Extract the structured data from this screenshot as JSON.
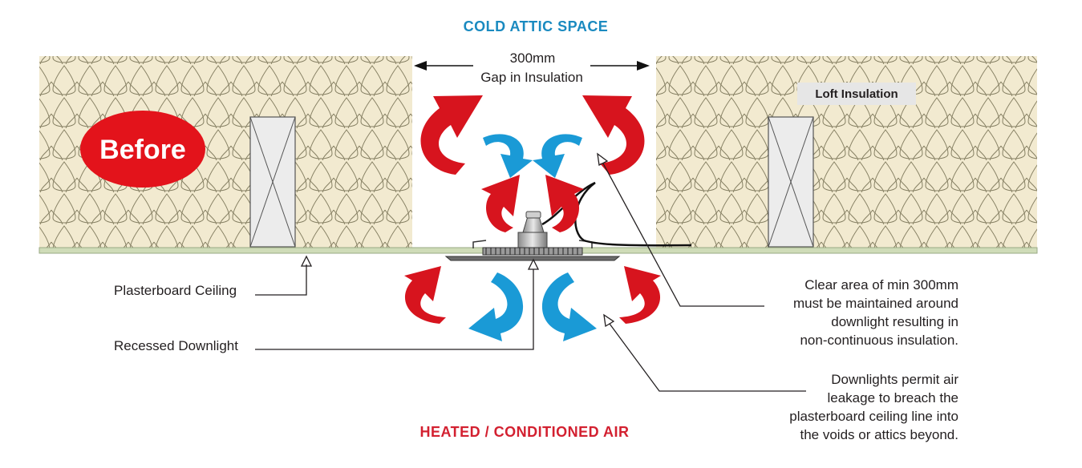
{
  "title_top": "COLD ATTIC SPACE",
  "title_bottom": "HEATED / CONDITIONED AIR",
  "gap_label": {
    "line1": "300mm",
    "line2": "Gap in Insulation"
  },
  "badge": "Before",
  "loft_label": "Loft Insulation",
  "labels": {
    "ceiling": "Plasterboard Ceiling",
    "downlight": "Recessed Downlight"
  },
  "clearance_note": [
    "Clear area of  min 300mm",
    "must be maintained around",
    "downlight resulting in",
    "non-continuous insulation."
  ],
  "leakage_note": [
    "Downlights permit air",
    "leakage to breach the",
    "plasterboard ceiling line into",
    "the voids or attics beyond."
  ],
  "colors": {
    "insulation": "#f2ead0",
    "insulation_line": "#857f62",
    "ceiling": "#cfdcb8",
    "warm_arrow": "#d7141e",
    "cool_arrow": "#1a9ad6",
    "title_blue": "#1a8ac0",
    "title_red": "#d32030"
  }
}
